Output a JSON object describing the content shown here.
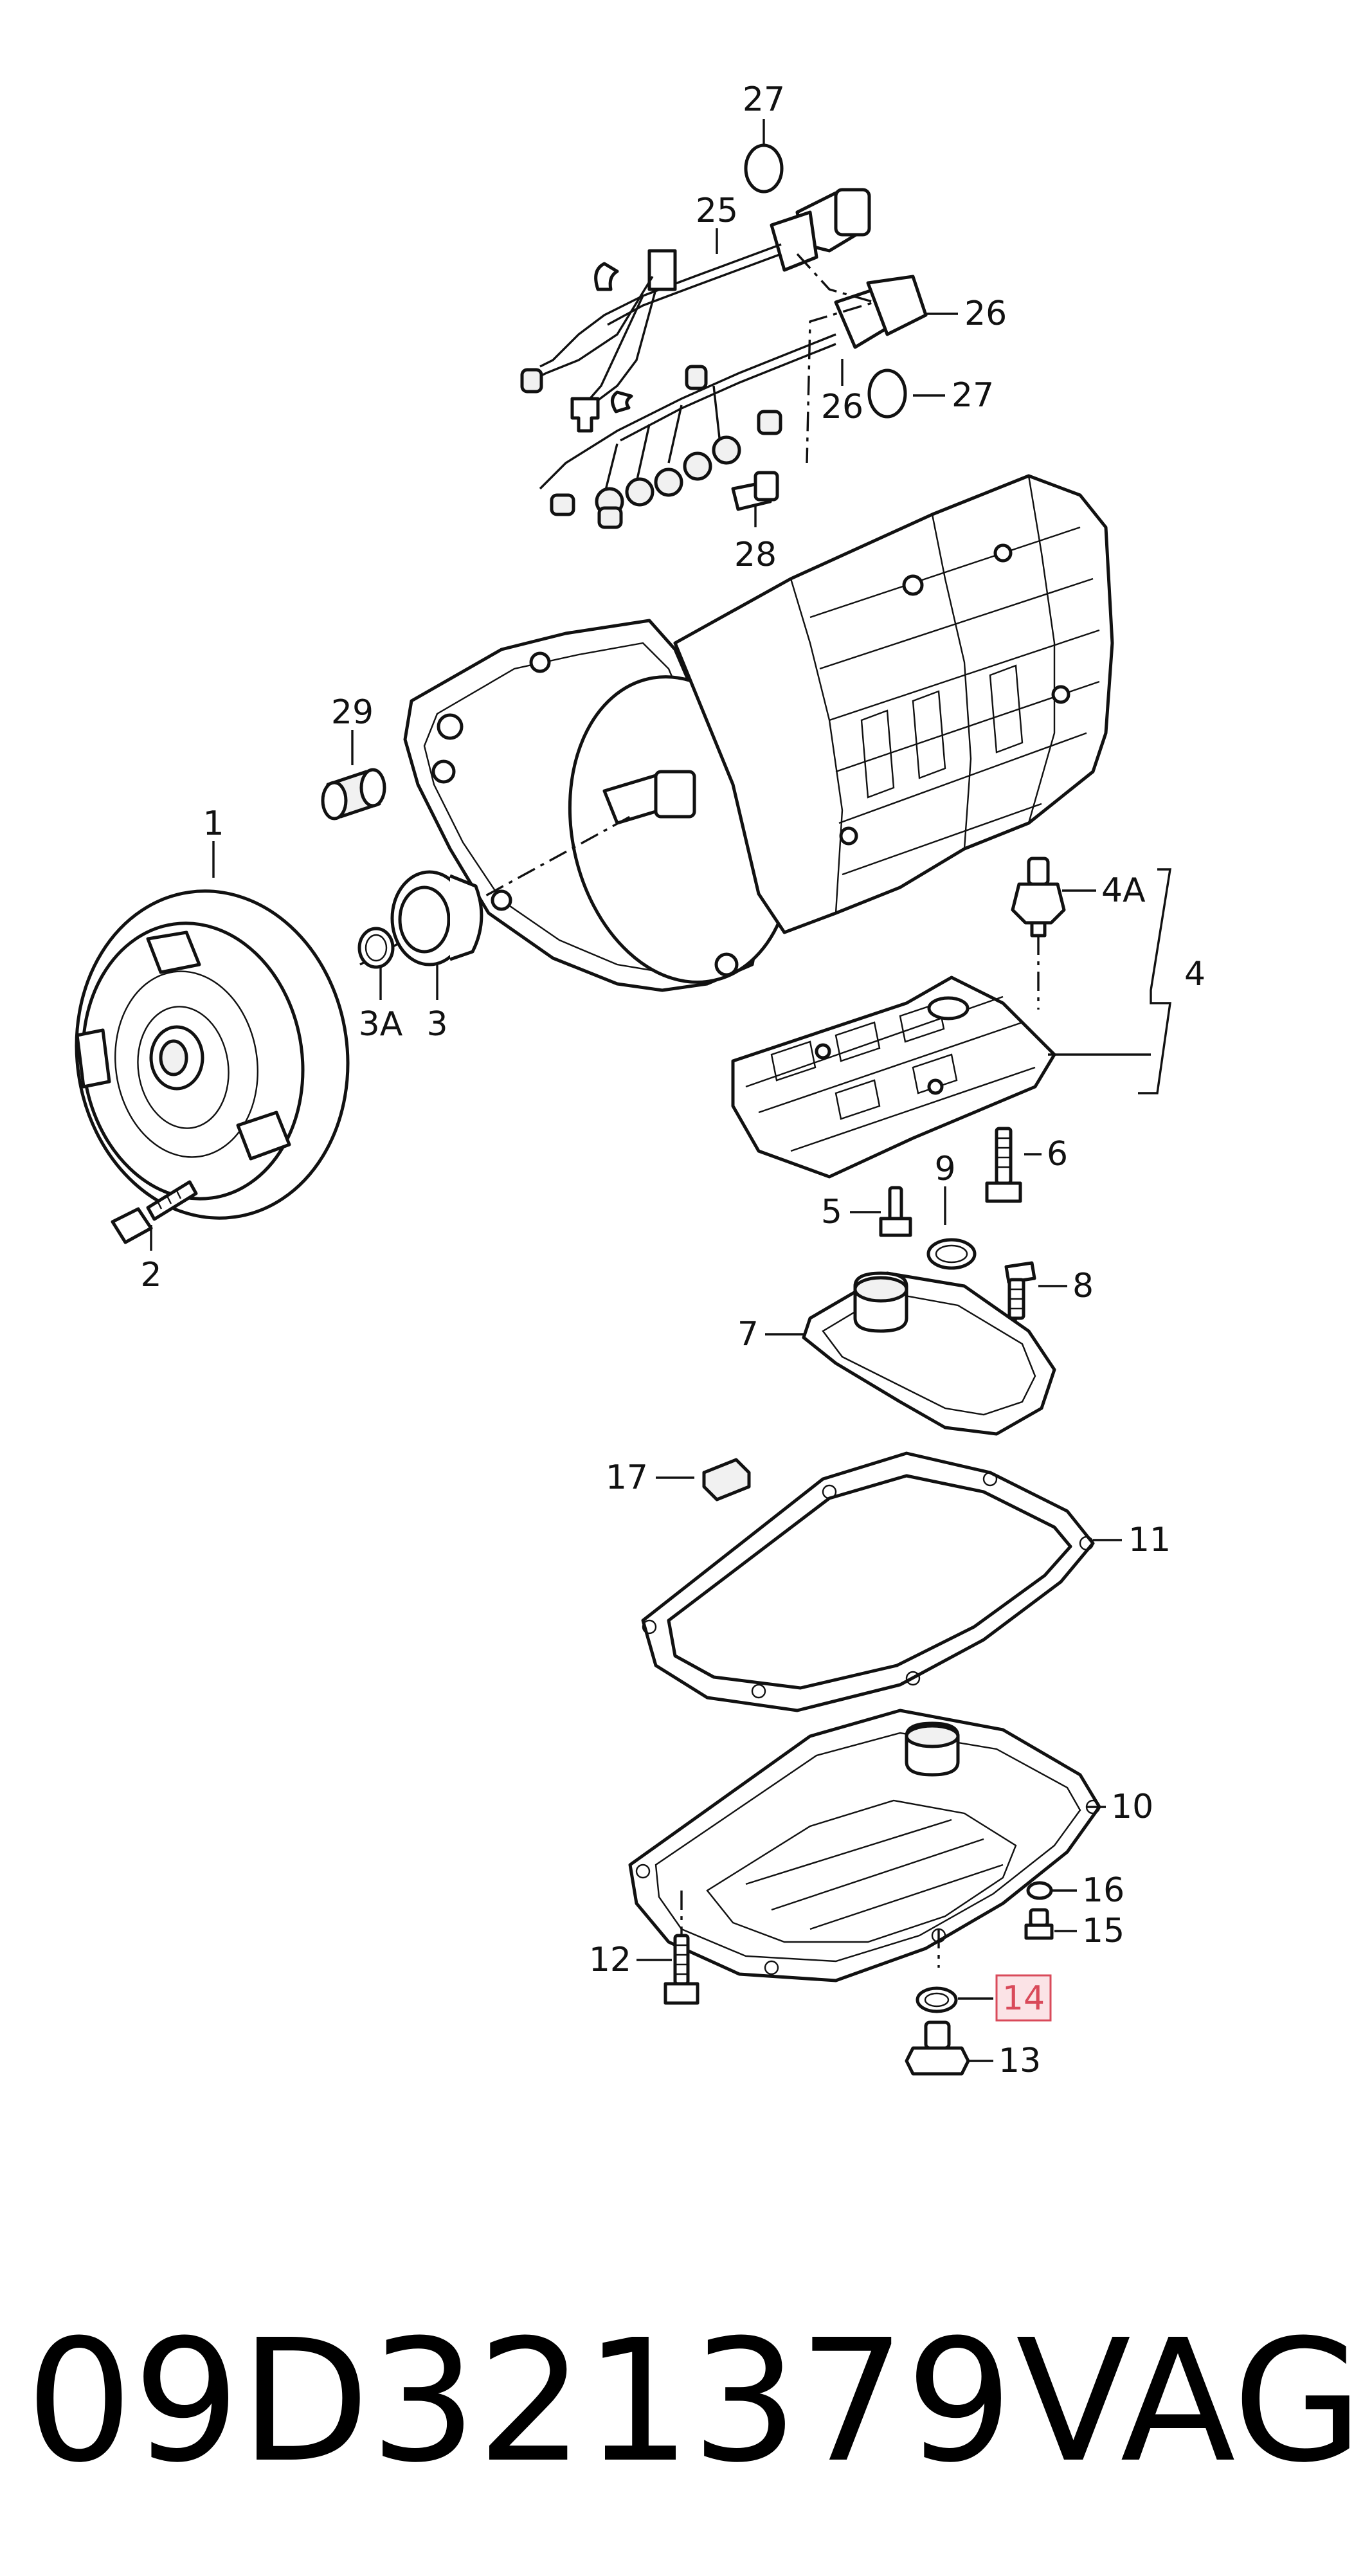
{
  "diagram": {
    "labels": [
      "27",
      "25",
      "26",
      "26",
      "27",
      "28",
      "29",
      "1",
      "3A",
      "3",
      "2",
      "4A",
      "4",
      "6",
      "5",
      "9",
      "8",
      "7",
      "17",
      "11",
      "10",
      "16",
      "15",
      "12",
      "14",
      "13"
    ],
    "highlighted_label": "14",
    "highlight_color": "#d94a5a",
    "highlight_fill": "#fbe3e6"
  },
  "footer": {
    "part_number": "09D321379",
    "brand": "VAG"
  }
}
